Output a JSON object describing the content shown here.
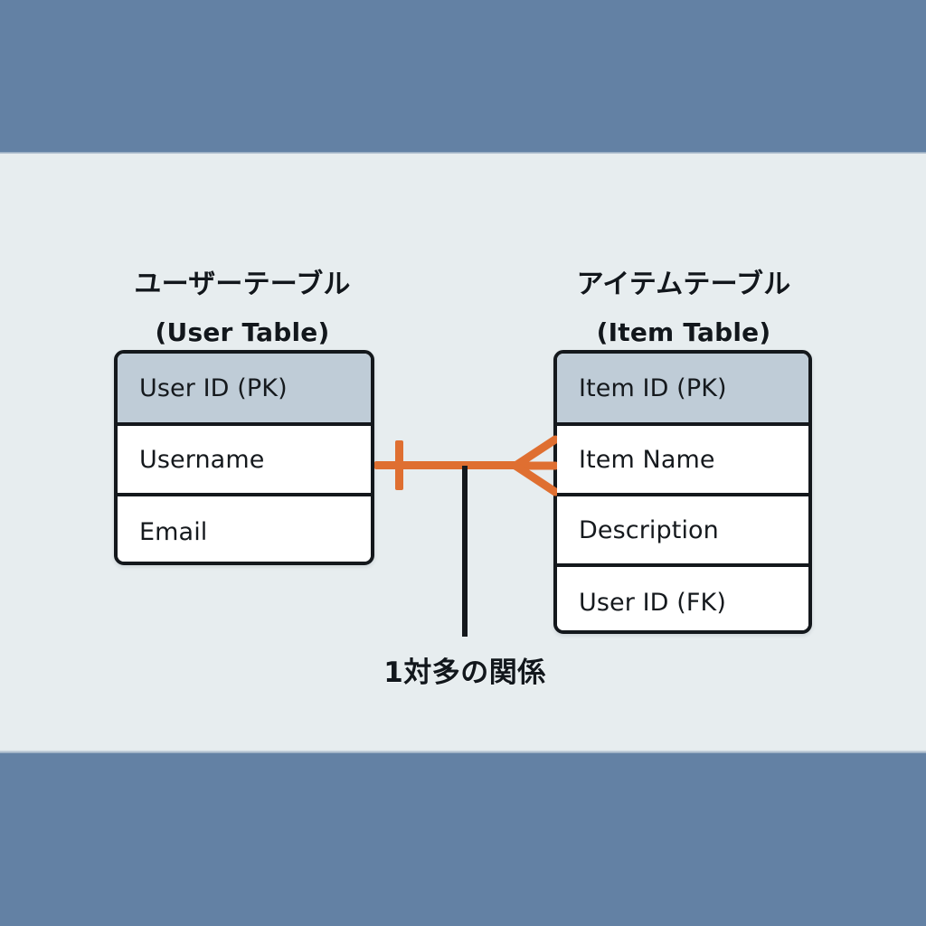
{
  "diagram": {
    "kind": "er-diagram",
    "notation": "crow's-foot",
    "caption": "1対多の関係",
    "colors": {
      "band": "#6381a4",
      "canvas": "#e7edef",
      "entity_border": "#14181c",
      "entity_body": "#ffffff",
      "primary_key_row": "#bfccd7",
      "relationship": "#df6f31",
      "text": "#12171c"
    },
    "entities": [
      {
        "id": "user-table",
        "title_jp": "ユーザーテーブル",
        "title_en": "(User Table)",
        "rows": [
          {
            "label": "User ID (PK)",
            "key": "PK"
          },
          {
            "label": "Username",
            "key": ""
          },
          {
            "label": "Email",
            "key": ""
          }
        ]
      },
      {
        "id": "item-table",
        "title_jp": "アイテムテーブル",
        "title_en": "(Item Table)",
        "rows": [
          {
            "label": "Item ID (PK)",
            "key": "PK"
          },
          {
            "label": "Item Name",
            "key": ""
          },
          {
            "label": "Description",
            "key": ""
          },
          {
            "label": "User ID (FK)",
            "key": "FK"
          }
        ]
      }
    ],
    "relationship": {
      "from": "user-table",
      "to": "item-table",
      "from_cardinality": "1",
      "to_cardinality": "many",
      "label": "1対多の関係"
    }
  }
}
